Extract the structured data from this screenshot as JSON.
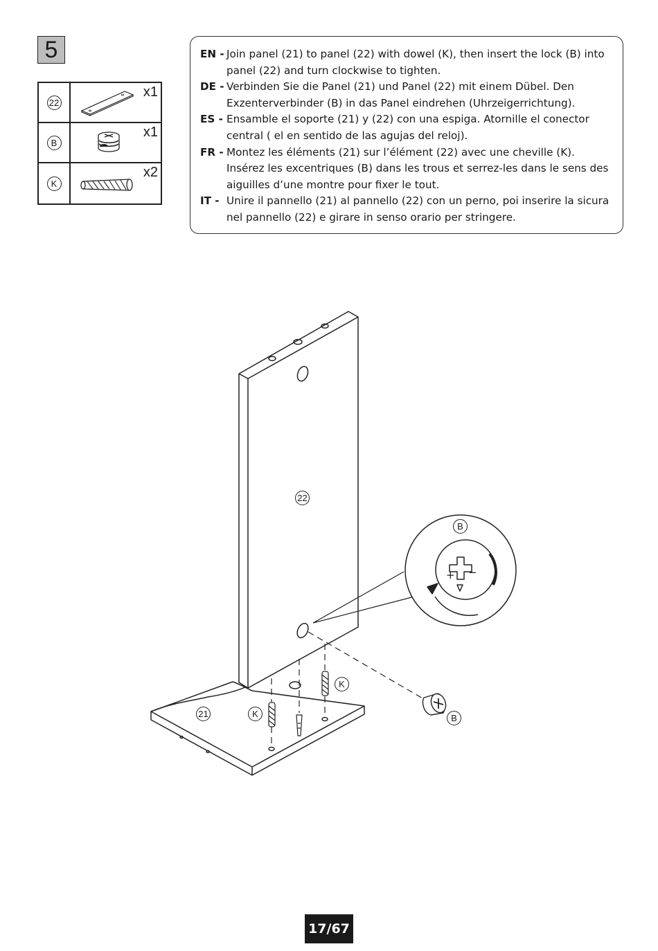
{
  "step": {
    "number": "5"
  },
  "parts": [
    {
      "id": "22",
      "qty": "x1",
      "icon": "panel-icon"
    },
    {
      "id": "B",
      "qty": "x1",
      "icon": "cam-lock-icon"
    },
    {
      "id": "K",
      "qty": "x2",
      "icon": "dowel-icon"
    }
  ],
  "instructions": [
    {
      "code": "EN -",
      "text": "Join panel (21) to panel (22) with dowel (K), then insert the lock (B) into panel (22) and turn clockwise to tighten."
    },
    {
      "code": "DE -",
      "text": "Verbinden Sie die Panel (21) und Panel (22) mit einem Dübel. Den Exzenterverbinder (B) in das Panel eindrehen (Uhrzeigerrichtung)."
    },
    {
      "code": "ES -",
      "text": "Ensamble el soporte (21) y (22) con una espiga. Atornille el conector central ( el en sentido de las agujas del reloj)."
    },
    {
      "code": "FR -",
      "text": "Montez les éléments (21) sur l’élément (22) avec une cheville (K). Insérez les excentriques (B) dans les trous et serrez-les dans le sens des aiguilles d’une montre pour fixer le tout."
    },
    {
      "code": "IT -",
      "text": "Unire il pannello (21) al pannello (22) con un perno, poi inserire la sicura nel pannello (22) e girare in senso orario per stringere."
    }
  ],
  "diagram": {
    "label_panel_upright": "22",
    "label_panel_base": "21",
    "label_dowel_right": "K",
    "label_dowel_left": "K",
    "label_lock": "B",
    "label_zoom": "B",
    "zoom_plus": "+",
    "zoom_minus": "−"
  },
  "footer": {
    "page": "17/67"
  }
}
